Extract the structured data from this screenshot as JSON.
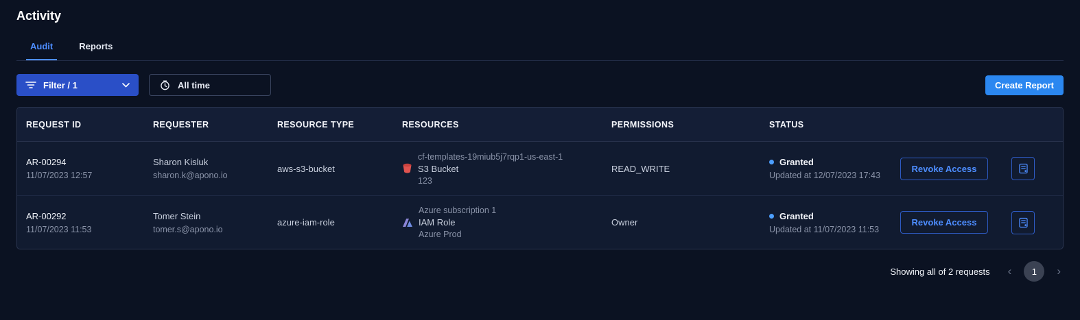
{
  "page": {
    "title": "Activity"
  },
  "tabs": [
    {
      "label": "Audit",
      "active": true
    },
    {
      "label": "Reports",
      "active": false
    }
  ],
  "toolbar": {
    "filter_label": "Filter / 1",
    "time_label": "All time",
    "create_report_label": "Create Report"
  },
  "table": {
    "columns": [
      "REQUEST ID",
      "REQUESTER",
      "RESOURCE TYPE",
      "RESOURCES",
      "PERMISSIONS",
      "STATUS"
    ],
    "rows": [
      {
        "request_id": "AR-00294",
        "request_date": "11/07/2023 12:57",
        "requester_name": "Sharon Kisluk",
        "requester_email": "sharon.k@apono.io",
        "resource_type": "aws-s3-bucket",
        "resource_icon": "aws-s3-bucket-icon",
        "resource_line1": "cf-templates-19miub5j7rqp1-us-east-1",
        "resource_line2": "S3 Bucket",
        "resource_line3": "123",
        "permissions": "READ_WRITE",
        "status": "Granted",
        "status_updated": "Updated at 12/07/2023 17:43",
        "revoke_label": "Revoke Access"
      },
      {
        "request_id": "AR-00292",
        "request_date": "11/07/2023 11:53",
        "requester_name": "Tomer Stein",
        "requester_email": "tomer.s@apono.io",
        "resource_type": "azure-iam-role",
        "resource_icon": "azure-iam-role-icon",
        "resource_line1": "Azure subscription 1",
        "resource_line2": "IAM Role",
        "resource_line3": "Azure Prod",
        "permissions": "Owner",
        "status": "Granted",
        "status_updated": "Updated at 11/07/2023 11:53",
        "revoke_label": "Revoke Access"
      }
    ]
  },
  "footer": {
    "summary": "Showing all of 2 requests",
    "page": "1",
    "prev_chevron": "‹",
    "next_chevron": "›"
  },
  "colors": {
    "background": "#0B1222",
    "panel": "#111B30",
    "accent_blue": "#4D8DFF",
    "filter_button_blue": "#2A4FC7",
    "create_button_blue": "#2B87F0",
    "status_dot_blue": "#4D9FFF",
    "aws_icon_red": "#E0534F",
    "azure_icon_purple": "#8B85D6"
  }
}
